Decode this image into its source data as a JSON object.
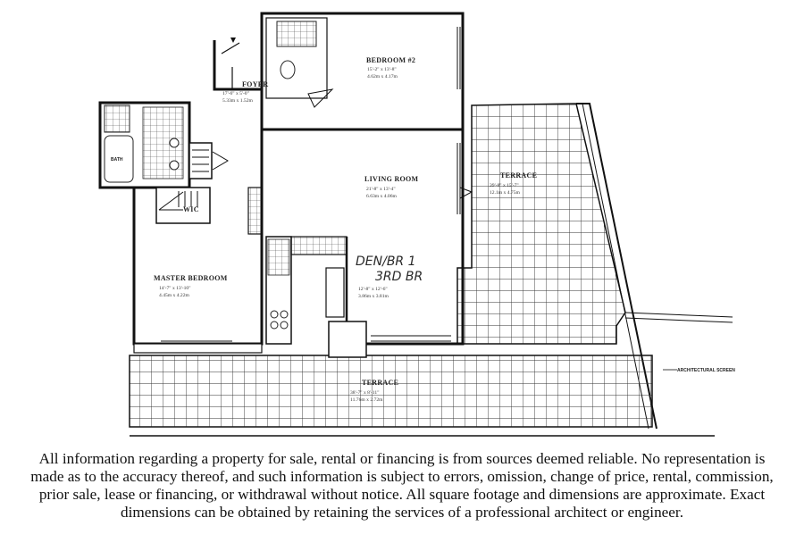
{
  "rooms": {
    "bedroom2": {
      "name": "BEDROOM #2",
      "dim_ft": "15'-2\" x 13'-8\"",
      "dim_m": "4.62m x 4.17m"
    },
    "foyer": {
      "name": "FOYER",
      "dim_ft": "17'-6\" x 5'-0\"",
      "dim_m": "5.33m x 1.52m"
    },
    "living": {
      "name": "LIVING ROOM",
      "dim_ft": "21'-8\" x 13'-4\"",
      "dim_m": "6.63m x 4.06m"
    },
    "terrace_east": {
      "name": "TERRACE",
      "dim_ft": "39'-8\" x 15'-7\"",
      "dim_m": "12.1m x 4.75m"
    },
    "wic": {
      "name": "WIC"
    },
    "master": {
      "name": "MASTER BEDROOM",
      "dim_ft": "14'-7\" x 13'-10\"",
      "dim_m": "4.45m x 4.22m"
    },
    "den": {
      "handwritten_1": "DEN/BR 1",
      "handwritten_2": "3RD BR",
      "dim_ft": "12'-8\" x 12'-6\"",
      "dim_m": "3.86m x 3.81m"
    },
    "terrace_south": {
      "name": "TERRACE",
      "dim_ft": "38'-7\" x 8'-11\"",
      "dim_m": "11.76m x 2.72m"
    }
  },
  "notes": {
    "screen": "ARCHITECTURAL SCREEN",
    "bath_fixture": "BATH"
  },
  "disclaimer": "All information regarding a property for sale, rental or financing is from sources deemed reliable. No representation is made as to the accuracy thereof, and such information is subject to errors, omission, change of price, rental, commission, prior sale, lease or financing, or withdrawal without notice. All square footage and dimensions are approximate. Exact dimensions can be obtained by retaining the services of a professional architect or engineer."
}
